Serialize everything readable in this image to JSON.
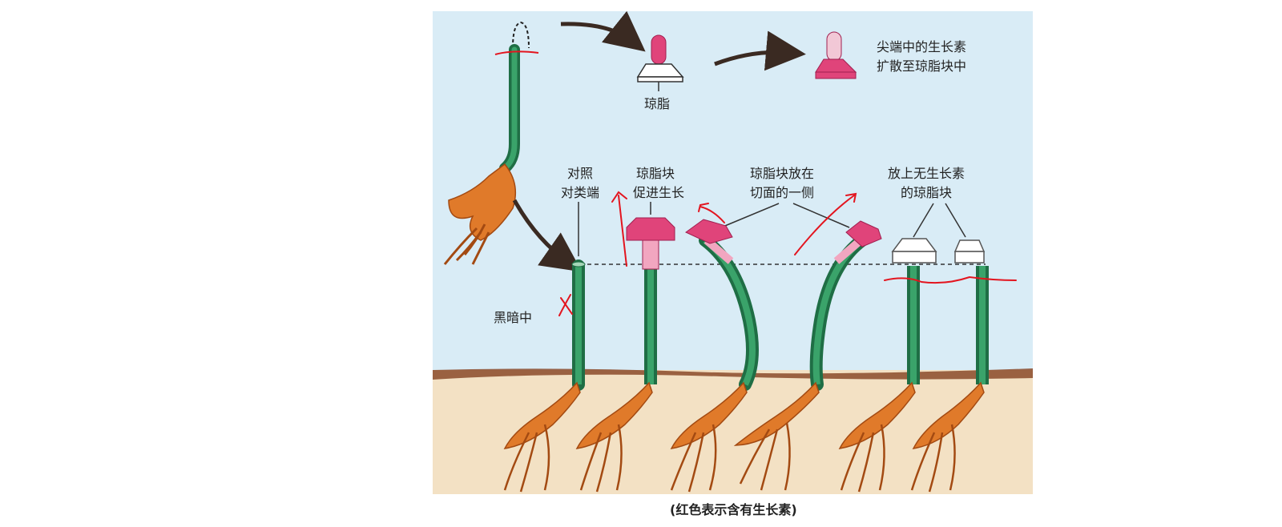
{
  "labels": {
    "agar": "琼脂",
    "tip_diffuse_line1": "尖端中的生长素",
    "tip_diffuse_line2": "扩散至琼脂块中",
    "control_line1": "对照",
    "control_line2": "对类端",
    "promote_line1": "琼脂块",
    "promote_line2": "促进生长",
    "side_line1": "琼脂块放在",
    "side_line2": "切面的一侧",
    "noauxin_line1": "放上无生长素",
    "noauxin_line2": "的琼脂块",
    "dark": "黑暗中",
    "caption": "(红色表示含有生长素)"
  },
  "colors": {
    "sky": "#d9ecf6",
    "soil": "#f3e1c4",
    "soil_edge": "#8a4a2a",
    "stem": "#2e8b57",
    "stem_dark": "#1f6e45",
    "root": "#e07a2a",
    "root_dark": "#a34a12",
    "auxin_pink": "#e0447a",
    "auxin_light": "#f2a6c0",
    "plain_block": "#ffffff",
    "annotation_red": "#e3151f",
    "arrow": "#3a2a22"
  }
}
